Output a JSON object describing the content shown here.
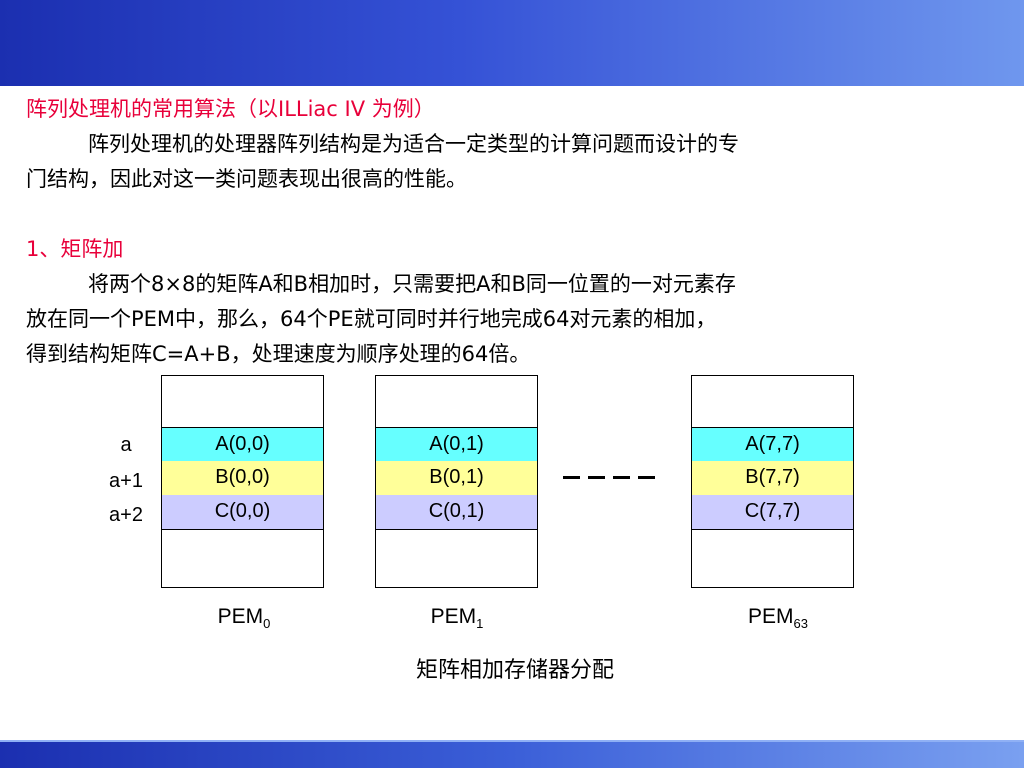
{
  "slide": {
    "heading": "阵列处理机的常用算法（以ILLiac IV 为例）",
    "para1_line1": "阵列处理机的处理器阵列结构是为适合一定类型的计算问题而设计的专",
    "para1_line2": "门结构，因此对这一类问题表现出很高的性能。",
    "section_title": "1、矩阵加",
    "para2_line1": "将两个8×8的矩阵A和B相加时，只需要把A和B同一位置的一对元素存",
    "para2_line2": "放在同一个PEM中，那么，64个PE就可同时并行地完成64对元素的相加，",
    "para2_line3": "得到结构矩阵C=A+B，处理速度为顺序处理的64倍。"
  },
  "diagram": {
    "row_labels": [
      "a",
      "a+1",
      "a+2"
    ],
    "pems": [
      {
        "label": "PEM",
        "sub": "0",
        "cells": [
          "A(0,0)",
          "B(0,0)",
          "C(0,0)"
        ]
      },
      {
        "label": "PEM",
        "sub": "1",
        "cells": [
          "A(0,1)",
          "B(0,1)",
          "C(0,1)"
        ]
      },
      {
        "label": "PEM",
        "sub": "63",
        "cells": [
          "A(7,7)",
          "B(7,7)",
          "C(7,7)"
        ]
      }
    ],
    "caption": "矩阵相加存储器分配",
    "colors": {
      "a_row": "#66ffff",
      "b_row": "#ffff99",
      "c_row": "#ccccff",
      "accent_text": "#e8003a"
    }
  }
}
